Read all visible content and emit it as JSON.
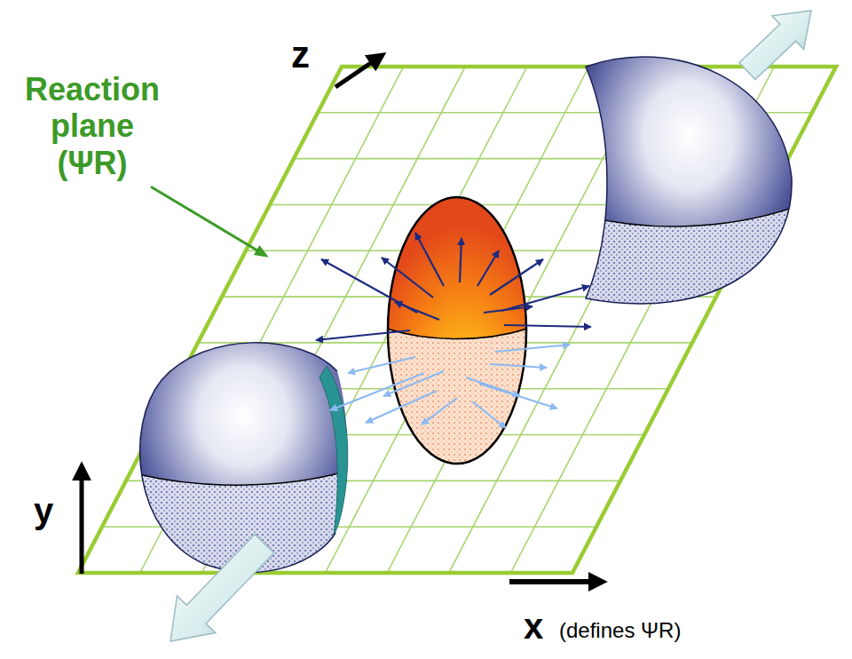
{
  "diagram": {
    "labels": [
      "Reaction plane (ΨR)",
      "z",
      "y",
      "x",
      "(defines ΨR)"
    ]
  }
}
